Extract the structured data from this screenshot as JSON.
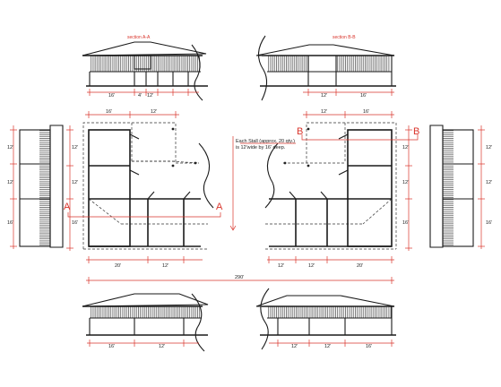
{
  "sections": {
    "a": "section A-A",
    "b": "section B-B"
  },
  "markers": {
    "a": "A",
    "b": "B"
  },
  "note": {
    "line1": "Each Stall (approx. 20 qty.)",
    "line2": "is 12'wide by 16' deep."
  },
  "dims": {
    "w16": "16'",
    "w12": "12'",
    "w4": "4'",
    "w20": "20'",
    "total": "290'"
  },
  "colors": {
    "annotation": "#d9342b",
    "linework": "#1a1a1a"
  }
}
